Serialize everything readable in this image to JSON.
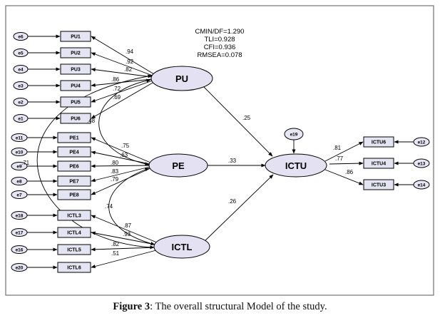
{
  "fit": {
    "cmin": "CMIN/DF=1.290",
    "tli": "TLI=0.928",
    "cfi": "CFI=0.936",
    "rmsea": "RMSEA=0.078"
  },
  "latents": {
    "pu": "PU",
    "pe": "PE",
    "ictl": "ICTL",
    "ictu": "ICTU"
  },
  "pu_items": [
    {
      "err": "e6",
      "item": "PU1",
      "coef": ".94"
    },
    {
      "err": "e5",
      "item": "PU2",
      "coef": ".92"
    },
    {
      "err": "e4",
      "item": "PU3",
      "coef": ".82"
    },
    {
      "err": "e3",
      "item": "PU4",
      "coef": ".86"
    },
    {
      "err": "e2",
      "item": "PU5",
      "coef": ".72"
    },
    {
      "err": "e1",
      "item": "PU6",
      "coef": ".69"
    }
  ],
  "pe_items": [
    {
      "err": "e11",
      "item": "PE1",
      "coef": ".75"
    },
    {
      "err": "e10",
      "item": "PE4",
      "coef": ".63"
    },
    {
      "err": "e9",
      "item": "PE6",
      "coef": ".80"
    },
    {
      "err": "e8",
      "item": "PE7",
      "coef": ".83"
    },
    {
      "err": "e7",
      "item": "PE8",
      "coef": ".79"
    }
  ],
  "ictl_items": [
    {
      "err": "e18",
      "item": "ICTL3",
      "coef": ".87"
    },
    {
      "err": "e17",
      "item": "ICTL4",
      "coef": ".93"
    },
    {
      "err": "e16",
      "item": "ICTL5",
      "coef": ".82"
    },
    {
      "err": "e20",
      "item": "ICTL6",
      "coef": ".51"
    }
  ],
  "ictu_items": [
    {
      "err": "e12",
      "item": "ICTU6",
      "coef": ".81"
    },
    {
      "err": "e13",
      "item": "ICTU4",
      "coef": ".77"
    },
    {
      "err": "e14",
      "item": "ICTU3",
      "coef": ".86"
    }
  ],
  "ictu_error": "e19",
  "paths": {
    "pu_ictu": ".25",
    "pe_ictu": ".33",
    "ictl_ictu": ".26"
  },
  "covariances": {
    "pu_pe": ".48",
    "pu_ictl": ".71",
    "pe_ictl": ".74"
  },
  "caption": {
    "label": "Figure 3",
    "text": ": The overall structural Model of the study."
  }
}
